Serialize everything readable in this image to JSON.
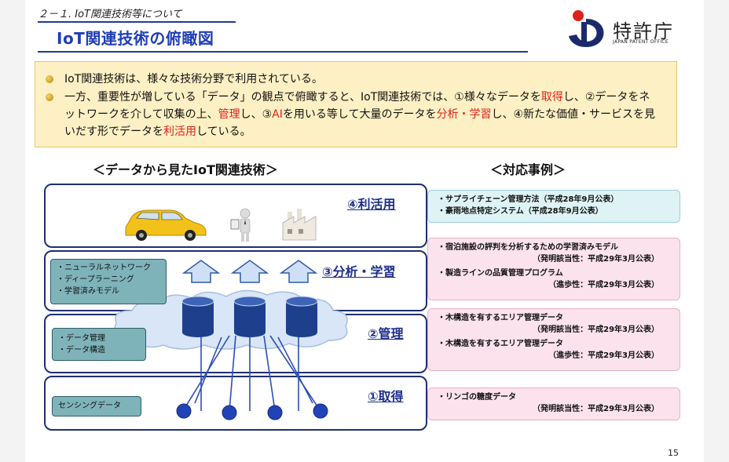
{
  "header": {
    "section": "２－１. IoT関連技術等について",
    "title": "IoT関連技術の俯瞰図",
    "logo_name": "特許庁",
    "logo_sub": "JAPAN PATENT OFFICE"
  },
  "summary": {
    "bullet1": "IoT関連技術は、様々な技術分野で利用されている。",
    "bullet2": {
      "t1": "一方、重要性が増している「データ」の観点で俯瞰すると、IoT関連技術では、①様々なデータを",
      "r1": "取得",
      "t2": "し、②データをネットワークを介して収集の上、",
      "r2": "管理",
      "t3": "し、③",
      "r3": "AI",
      "t4": "を用いる等して大量のデータを",
      "r4": "分析・学習",
      "t5": "し、④新たな価値・サービスを見いだす形でデータを",
      "r5": "利活用",
      "t6": "している。"
    }
  },
  "headings": {
    "left": "＜データから見たIoT関連技術＞",
    "right": "＜対応事例＞"
  },
  "layers": {
    "use": "④利活用",
    "analysis": "③分析・学習",
    "manage": "②管理",
    "acquire": "①取得"
  },
  "labels": {
    "analysis": [
      "・ニューラルネットワーク",
      "・ディープラーニング",
      "・学習済みモデル"
    ],
    "manage": [
      "・データ管理",
      "・データ構造"
    ],
    "acquire": "センシングデータ"
  },
  "cases": {
    "use": [
      "・サプライチェーン管理方法（平成28年9月公表）",
      "・豪雨地点特定システム（平成28年9月公表）"
    ],
    "analysis": [
      {
        "title": "・宿泊施設の評判を分析するための学習済みモデル",
        "note": "（発明該当性：平成29年3月公表）"
      },
      {
        "title": "・製造ラインの品質管理プログラム",
        "note": "（進歩性：平成29年3月公表）"
      }
    ],
    "manage": [
      {
        "title": "・木構造を有するエリア管理データ",
        "note": "（発明該当性：平成29年3月公表）"
      },
      {
        "title": "・木構造を有するエリア管理データ",
        "note": "（進歩性：平成29年3月公表）"
      }
    ],
    "acquire": [
      {
        "title": "・リンゴの糖度データ",
        "note": "（発明該当性：平成29年3月公表）"
      }
    ]
  },
  "page_number": "15",
  "colors": {
    "accent_red": "#e0201b",
    "title_blue": "#1f3fb6",
    "layer_border": "#1f2f6e",
    "label_box": "#7fb3ba",
    "summary_bg": "#fdf0c4",
    "case_blue": "#def3f6",
    "case_pink": "#fbe2ec"
  },
  "icons": [
    "car-icon",
    "person-icon",
    "factory-icon",
    "up-arrow-icon",
    "database-icon",
    "cloud-icon",
    "sensor-node-icon",
    "bullet-icon",
    "jpo-logo-icon"
  ]
}
